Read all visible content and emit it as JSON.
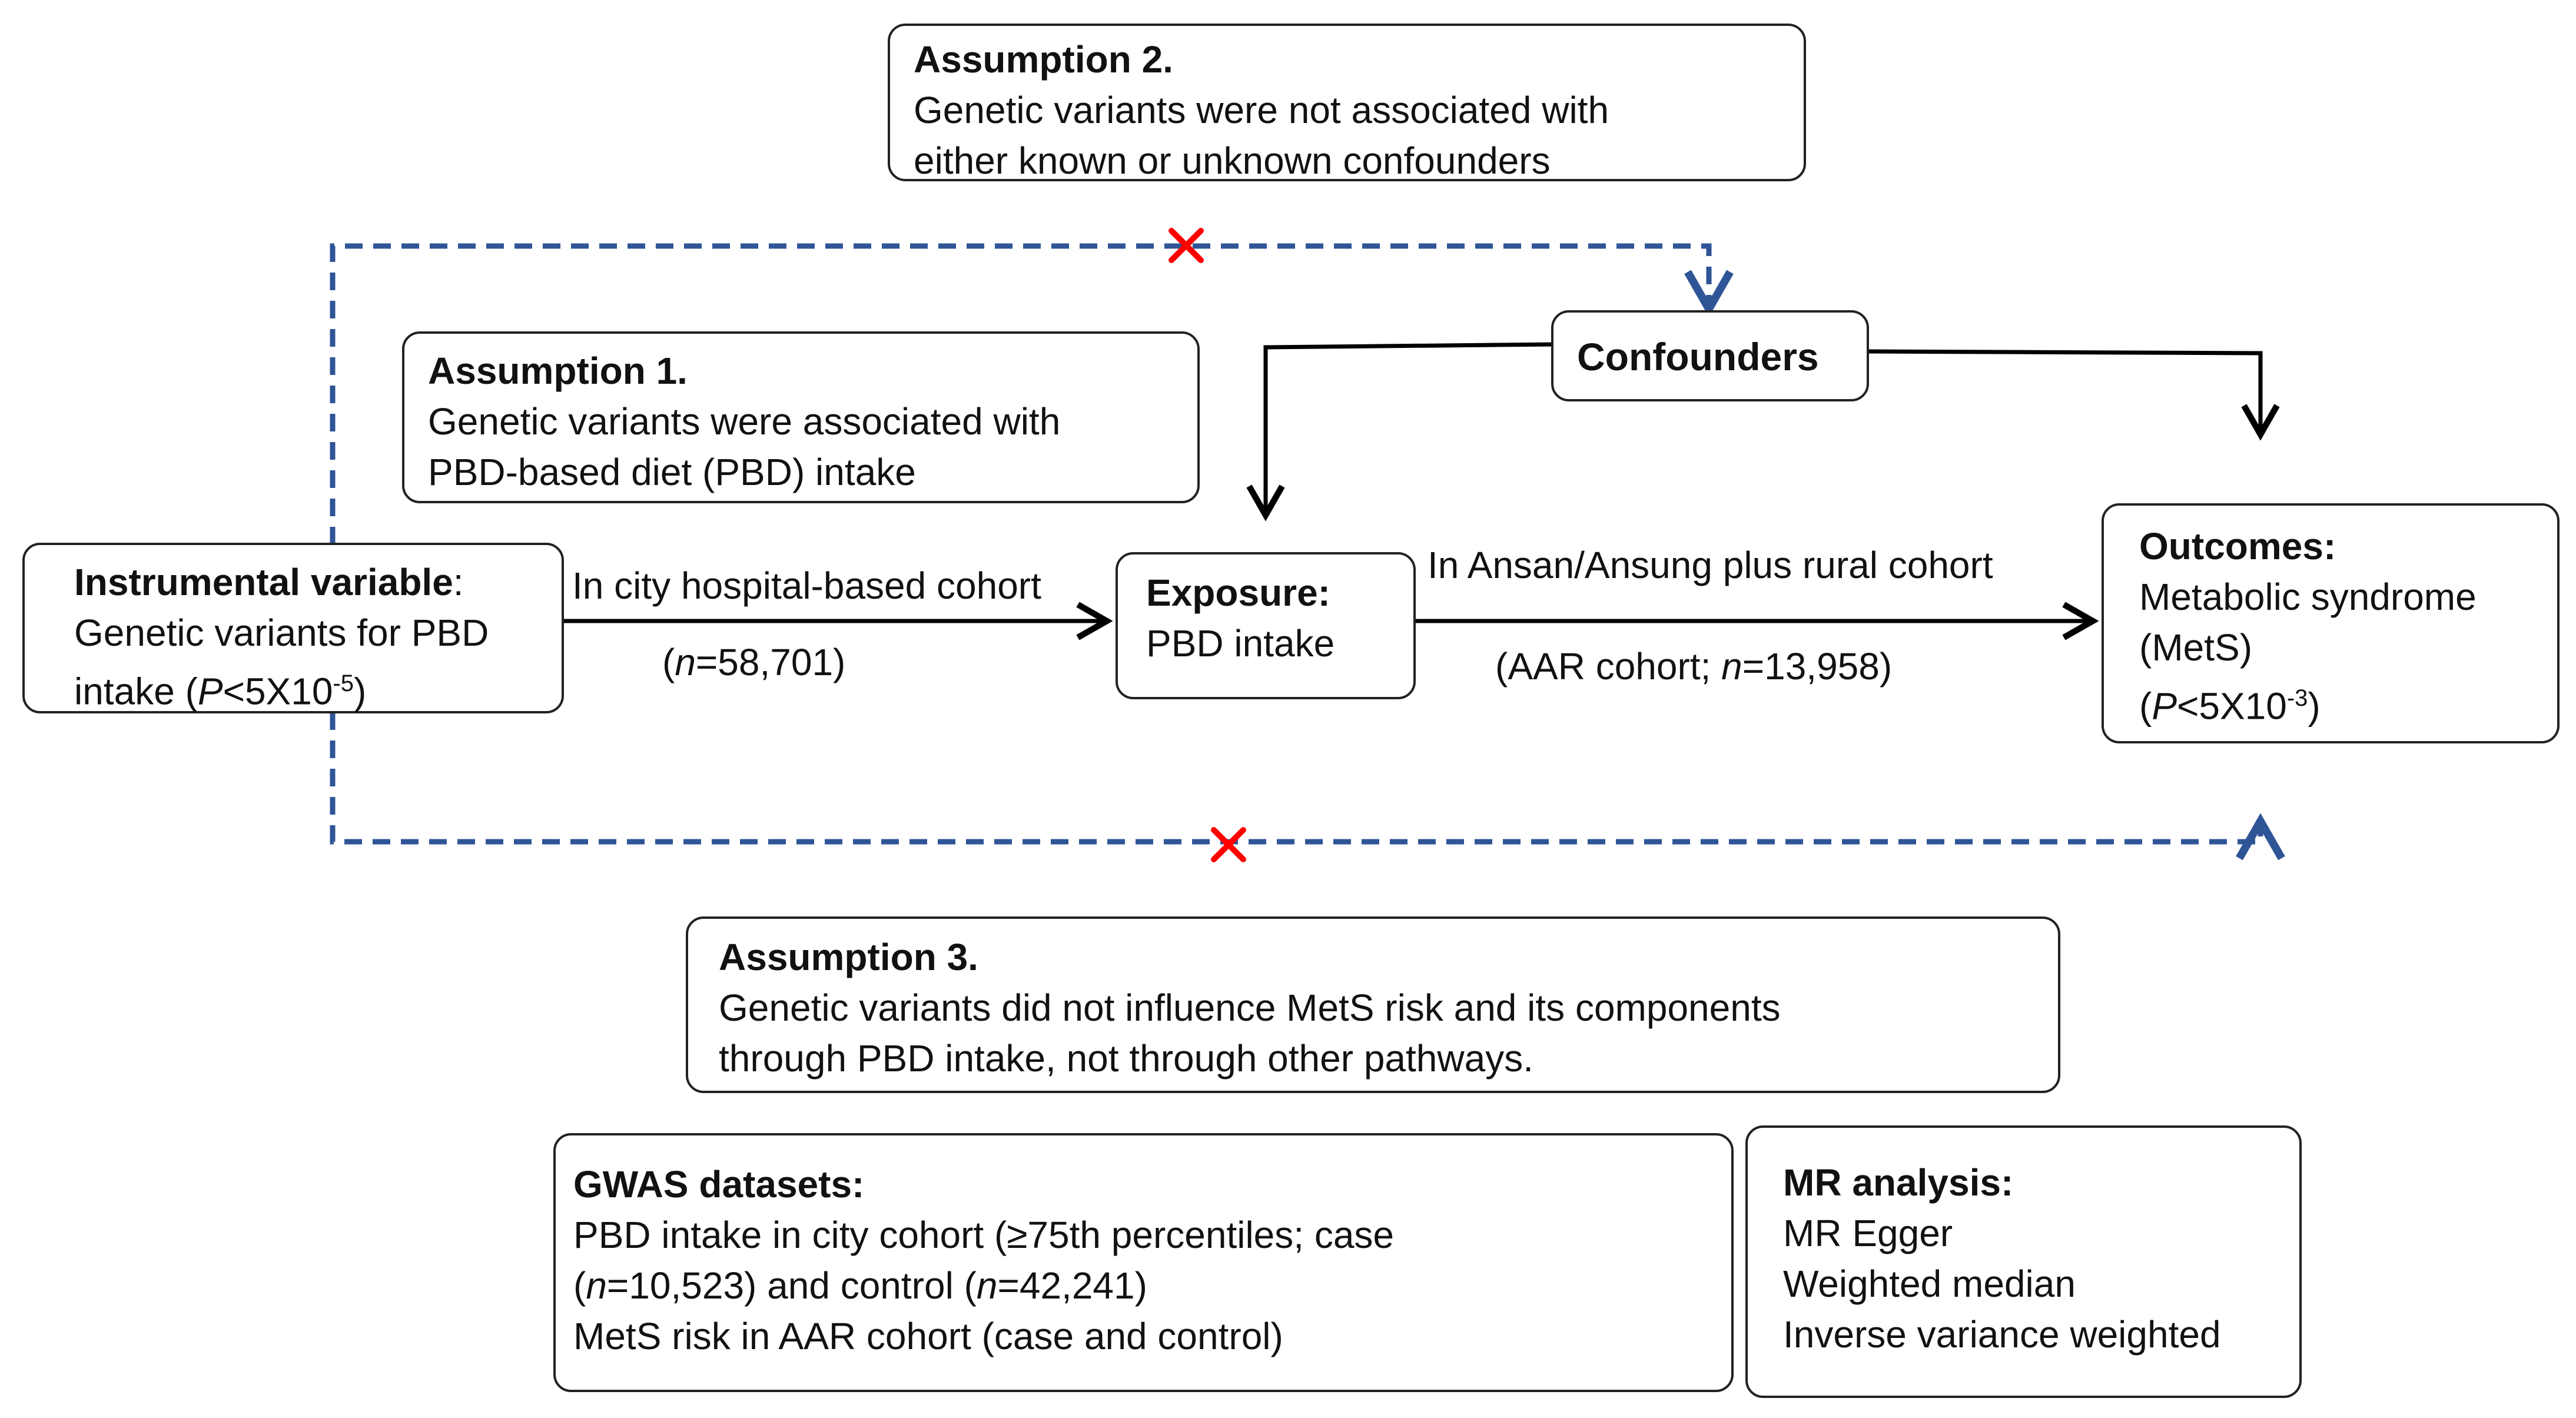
{
  "assumption2": {
    "title": "Assumption 2.",
    "line1": "Genetic variants were not associated with",
    "line2": "either known or unknown confounders"
  },
  "assumption1": {
    "title": "Assumption 1.",
    "line1": "Genetic variants were  associated with",
    "line2": "PBD-based diet (PBD) intake"
  },
  "confounders": {
    "label": "Confounders"
  },
  "instrument": {
    "title": "Instrumental variable",
    "title_suffix": ":",
    "line1": "Genetic variants for PBD",
    "line2_prefix": "intake (",
    "p": "P",
    "line2_mid": "<5X10",
    "exp": "-5",
    "line2_suffix": ")"
  },
  "edge_iv_exposure": {
    "label": "In city hospital-based cohort",
    "n_open": "(",
    "n": "n",
    "n_value": "=58,701)"
  },
  "exposure": {
    "title": "Exposure:",
    "line1": "PBD intake"
  },
  "edge_exposure_outcome": {
    "label": "In Ansan/Ansung plus rural cohort",
    "n_prefix": "(AAR cohort; ",
    "n": "n",
    "n_value": "=13,958)"
  },
  "outcomes": {
    "title": "Outcomes:",
    "line1": "Metabolic syndrome",
    "line2": "(MetS)",
    "line3_prefix": "(",
    "p": "P",
    "line3_mid": "<5X10",
    "exp": "-3",
    "line3_suffix": ")"
  },
  "assumption3": {
    "title": "Assumption 3.",
    "line1": "Genetic variants did not influence MetS risk and its components",
    "line2": "through PBD intake, not through other pathways."
  },
  "gwas": {
    "title": "GWAS datasets:",
    "line1": "PBD intake in city cohort (≥75th percentiles; case",
    "line2_a": "(",
    "n1": "n",
    "line2_b": "=10,523) and control (",
    "n2": "n",
    "line2_c": "=42,241)",
    "line3": "MetS risk in AAR cohort (case and  control)"
  },
  "mr": {
    "title": "MR analysis:",
    "methods": [
      "MR Egger",
      "Weighted median",
      "Inverse variance weighted"
    ]
  },
  "colors": {
    "dashed": "#2F5597",
    "cross": "#FF0000",
    "solid": "#000000"
  }
}
